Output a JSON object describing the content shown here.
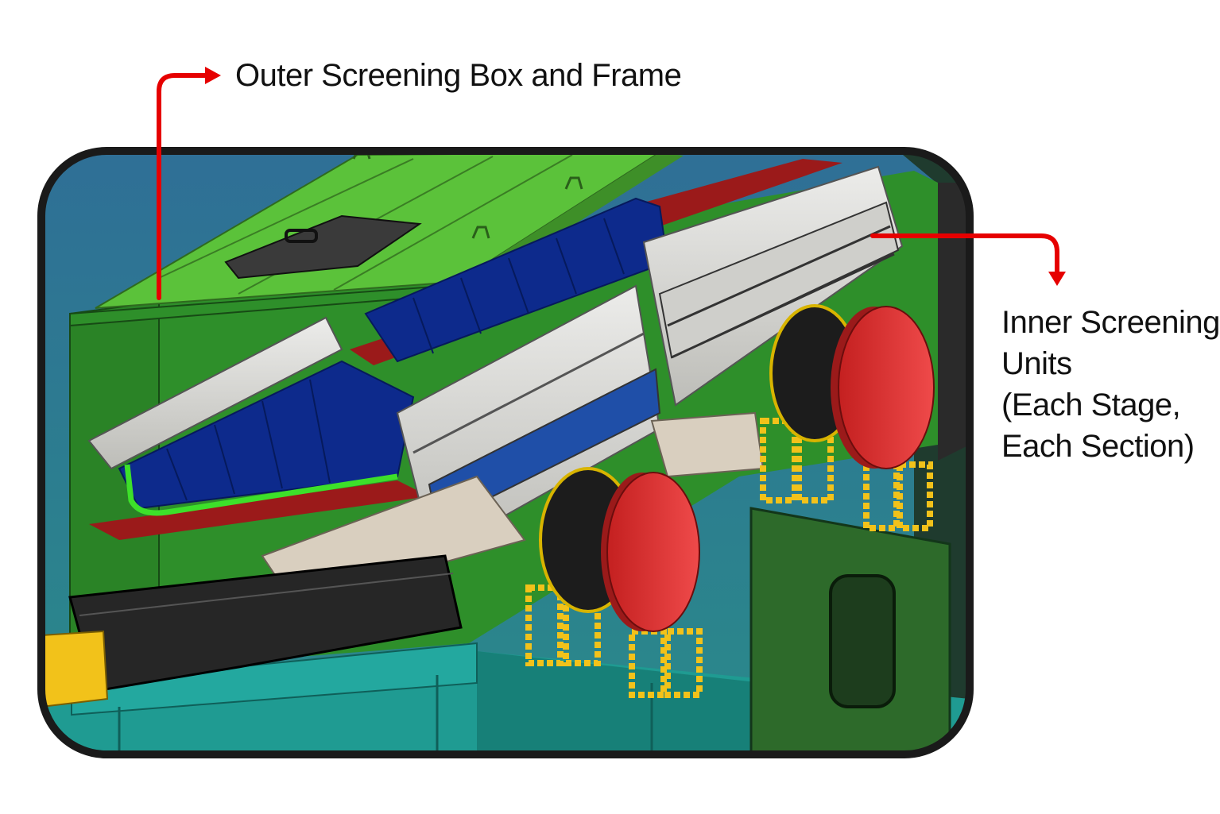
{
  "callouts": {
    "outer": {
      "text": "Outer Screening Box and Frame",
      "arrow_color": "#e60000"
    },
    "inner": {
      "lines": [
        "Inner Screening",
        "Units",
        "(Each Stage,",
        "Each Section)"
      ],
      "arrow_color": "#e60000"
    }
  },
  "colors": {
    "frame_green": "#2e8f2a",
    "lid_green": "#5bc23a",
    "screen_blue": "#0d2a8c",
    "panel_silver": "#d9d9d6",
    "base_teal": "#1f9b92",
    "exciter_red": "#e23a3a",
    "spring_yellow": "#f2c21a",
    "chute_black": "#262626",
    "liner_red": "#9b1a1a",
    "background_blue": "#2f78a8"
  }
}
